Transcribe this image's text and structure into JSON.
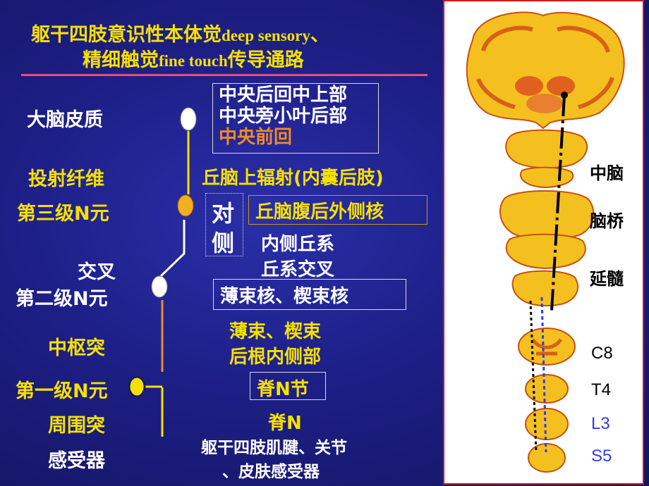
{
  "title": {
    "line1_cn": "躯干四肢意识性本体觉",
    "line1_en": "deep sensory",
    "line1_tail": "、",
    "line2_cn": "精细触觉",
    "line2_en": "fine touch",
    "line2_tail": "传导通路"
  },
  "left_labels": {
    "cortex": "大脑皮质",
    "projection_fiber": "投射纤维",
    "third_neuron": "第三级N元",
    "decussation": "交叉",
    "second_neuron": "第二级N元",
    "central_process": "中枢突",
    "first_neuron": "第一级N元",
    "peripheral_process": "周围突",
    "receptor": "感受器"
  },
  "cortex_box": {
    "line1": "中央后回中上部",
    "line2": "中央旁小叶后部",
    "line3": "中央前回"
  },
  "thalamic_radiation": "丘脑上辐射(内囊后肢)",
  "contralateral": {
    "char1": "对",
    "char2": "侧"
  },
  "thalamic_nucleus": "丘脑腹后外侧核",
  "medial_lemniscus": "内侧丘系",
  "lemniscal_decussation": "丘系交叉",
  "gracile_cuneate_nuclei": "薄束核、楔束核",
  "gracile_cuneate_tracts": "薄束、楔束",
  "dorsal_root_medial": "后根内侧部",
  "spinal_ganglion": "脊N节",
  "spinal_nerve": "脊N",
  "receptor_desc": {
    "line1": "躯干四肢肌腱、关节",
    "line2": "、皮肤感受器"
  },
  "brain_levels": {
    "midbrain": "中脑",
    "pons": "脑桥",
    "medulla": "延髓",
    "c8": "C8",
    "t4": "T4",
    "l3": "L3",
    "s5": "S5"
  },
  "colors": {
    "background": "#1d1f86",
    "title_yellow": "#f5e000",
    "highlight_orange": "#f08a2a",
    "panel_border": "#d01818",
    "tract_blue": "#3040d8"
  }
}
